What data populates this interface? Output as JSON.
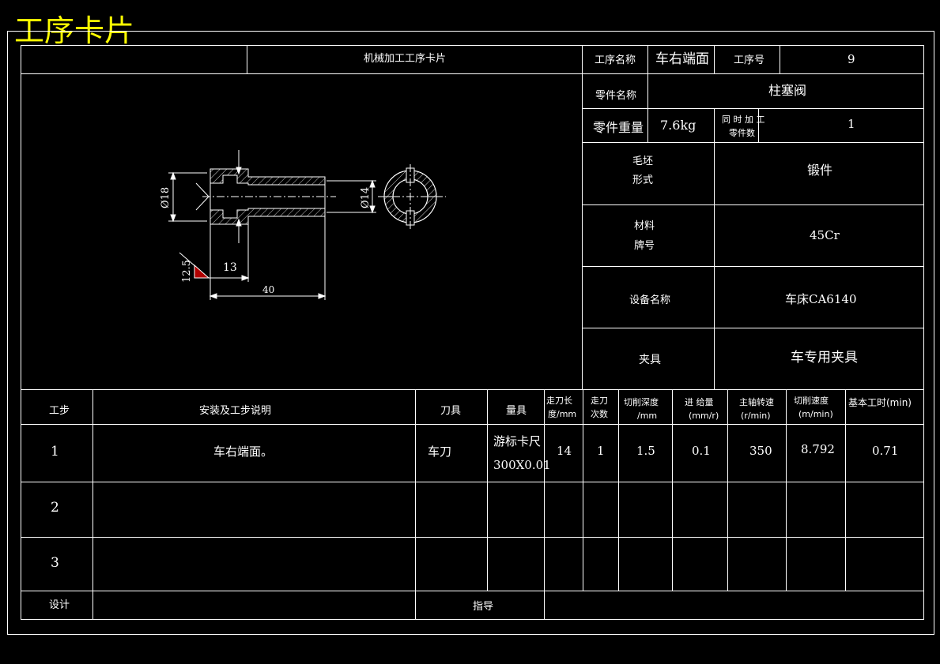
{
  "page_title": "工序卡片",
  "header": {
    "card_name": "机械加工工序卡片",
    "process_name_label": "工序名称",
    "process_name_value": "车右端面",
    "process_no_label": "工序号",
    "process_no_value": "9",
    "part_name_label": "零件名称",
    "part_name_value": "柱塞阀",
    "part_weight_label": "零件重量",
    "part_weight_value": "7.6kg",
    "simul_label_1": "同 时 加 工",
    "simul_label_2": "零件数",
    "simul_value": "1",
    "blank_label_1": "毛坯",
    "blank_label_2": "形式",
    "blank_value": "锻件",
    "material_label_1": "材料",
    "material_label_2": "牌号",
    "material_value": "45Cr",
    "equipment_label": "设备名称",
    "equipment_value": "车床CA6140",
    "fixture_label": "夹具",
    "fixture_value": "车专用夹具"
  },
  "drawing": {
    "dim_dia18": "Ø18",
    "dim_dia14": "Ø14",
    "dim_13": "13",
    "dim_40": "40",
    "roughness": "12.5"
  },
  "table": {
    "headers": {
      "step": "工步",
      "desc": "安装及工步说明",
      "tool": "刀具",
      "gauge": "量具",
      "travel_1": "走刀长",
      "travel_2": "度/mm",
      "passes_1": "走刀",
      "passes_2": "次数",
      "depth_1": "切削深度",
      "depth_2": "/mm",
      "feed_1": "进 给量",
      "feed_2": "(mm/r)",
      "speed_1": "主轴转速",
      "speed_2": "(r/min)",
      "vc_1": "切削速度",
      "vc_2": "(m/min)",
      "time": "基本工时(min)"
    },
    "rows": [
      {
        "step": "1",
        "desc": "车右端面。",
        "tool": "车刀",
        "gauge_1": "游标卡尺",
        "gauge_2": "300X0.01",
        "travel": "14",
        "passes": "1",
        "depth": "1.5",
        "feed": "0.1",
        "speed": "350",
        "vc": "8.792",
        "time": "0.71"
      },
      {
        "step": "2"
      },
      {
        "step": "3"
      }
    ],
    "footer": {
      "design_label": "设计",
      "guide_label": "指导"
    }
  }
}
